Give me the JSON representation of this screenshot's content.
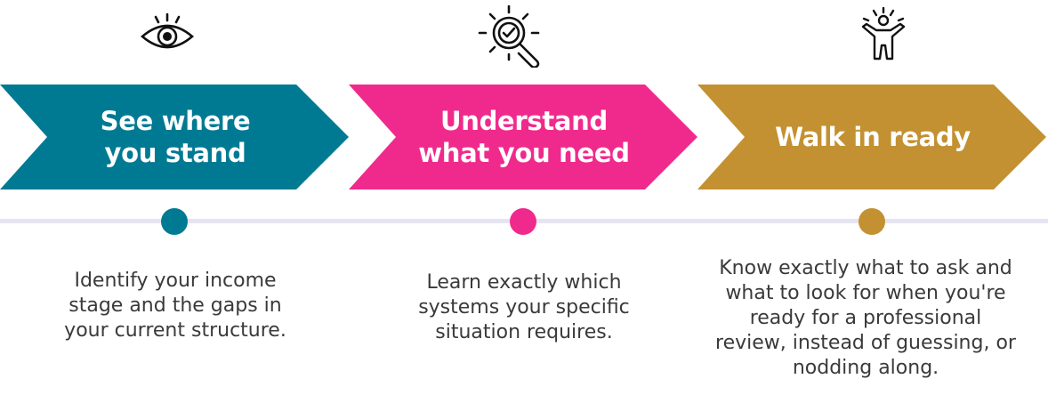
{
  "colors": {
    "teal": "#007a93",
    "pink": "#f02a8c",
    "gold": "#c39131",
    "timeline": "#e4e4f2",
    "text": "#3a3a3a"
  },
  "steps": [
    {
      "title": "See where\nyou stand",
      "icon": "eye-icon",
      "description": "Identify your income\nstage and the gaps in\nyour current structure."
    },
    {
      "title": "Understand\nwhat you need",
      "icon": "magnifier-check-icon",
      "description": "Learn exactly which\nsystems your specific\nsituation requires."
    },
    {
      "title": "Walk in ready",
      "icon": "celebrating-person-icon",
      "description": "Know exactly what to ask and\nwhat to look for when you're\nready for a professional\nreview, instead of guessing, or\nnodding along."
    }
  ]
}
